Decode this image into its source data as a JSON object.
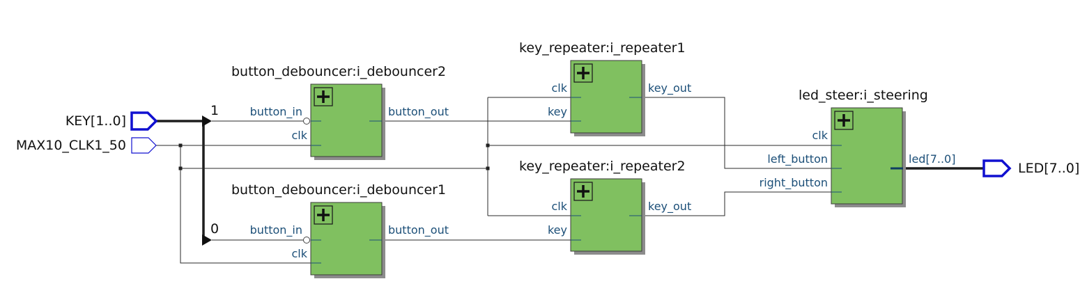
{
  "inputs": {
    "key": "KEY[1..0]",
    "clk": "MAX10_CLK1_50"
  },
  "output": {
    "led": "LED[7..0]"
  },
  "bus_taps": {
    "bit1": "1",
    "bit0": "0"
  },
  "blocks": {
    "debouncer2": {
      "title": "button_debouncer:i_debouncer2",
      "in_ports": [
        "button_in",
        "clk"
      ],
      "out_ports": [
        "button_out"
      ]
    },
    "debouncer1": {
      "title": "button_debouncer:i_debouncer1",
      "in_ports": [
        "button_in",
        "clk"
      ],
      "out_ports": [
        "button_out"
      ]
    },
    "repeater1": {
      "title": "key_repeater:i_repeater1",
      "in_ports": [
        "clk",
        "key"
      ],
      "out_ports": [
        "key_out"
      ]
    },
    "repeater2": {
      "title": "key_repeater:i_repeater2",
      "in_ports": [
        "clk",
        "key"
      ],
      "out_ports": [
        "key_out"
      ]
    },
    "steering": {
      "title": "led_steer:i_steering",
      "in_ports": [
        "clk",
        "left_button",
        "right_button"
      ],
      "out_ports": [
        "led[7..0]"
      ]
    }
  },
  "colors": {
    "block_fill": "#80c060",
    "port_text": "#1c4f78",
    "io_pin": "#1010d0",
    "wire": "#2a2a2a"
  },
  "icons": {
    "expand": "plus-icon",
    "input_pin": "input-pin-icon",
    "output_pin": "output-pin-icon"
  }
}
